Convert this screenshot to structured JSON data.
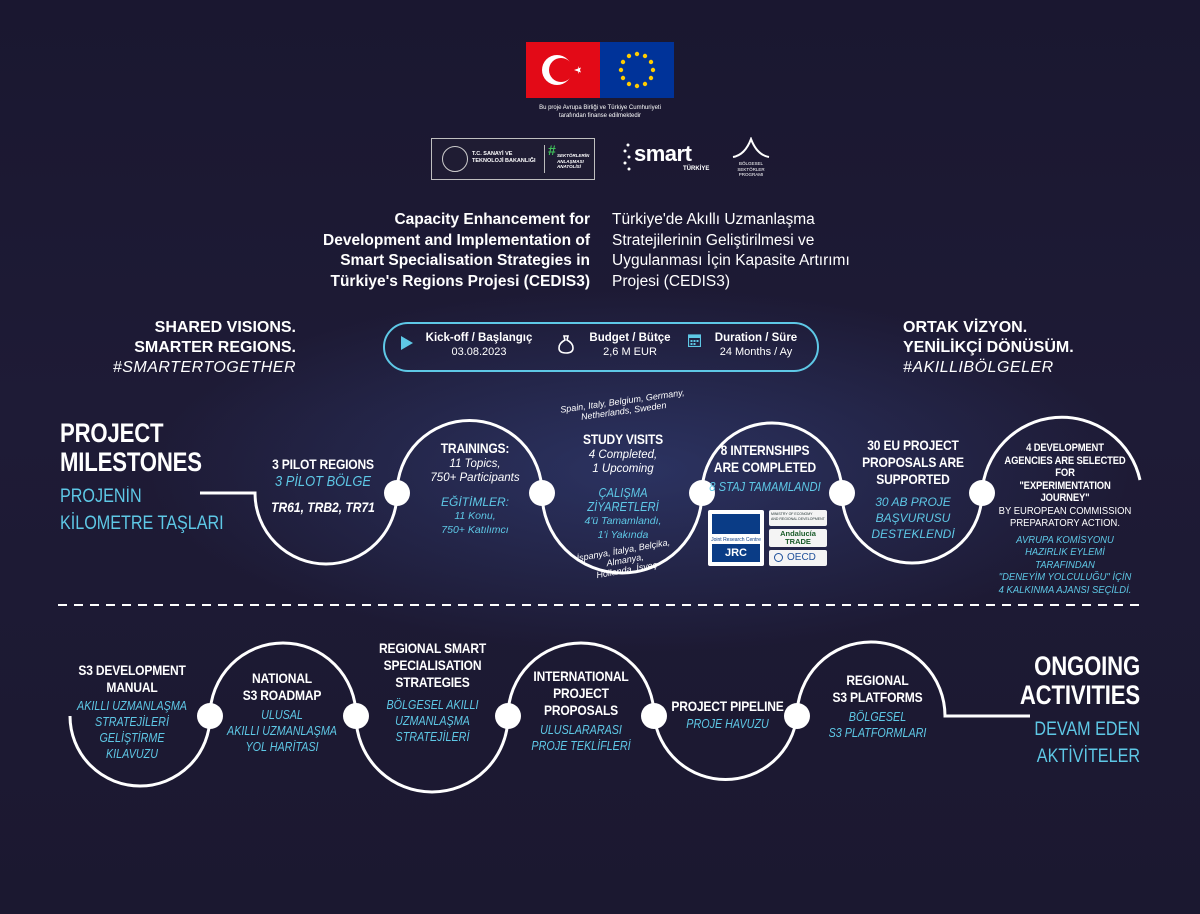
{
  "funding_note": [
    "Bu proje Avrupa Birliği ve Türkiye Cumhuriyeti",
    "tarafından finanse edilmektedir"
  ],
  "logos": {
    "ministry": [
      "T.C. SANAYİ VE",
      "TEKNOLOJİ BAKANLIĞI"
    ],
    "hashtag_badge": [
      "SEKTÖRLERİN",
      "ANLAŞMASI",
      "ANATOLİSİ"
    ],
    "smart": "smart",
    "smart_sub": "TÜRKİYE",
    "bolge_logo": [
      "BÖLGESEL",
      "SEKTÖRLER",
      "PROGRAMI"
    ]
  },
  "title_en": [
    "Capacity Enhancement for",
    "Development and Implementation of",
    "Smart Specialisation Strategies in",
    "Türkiye's Regions Projesi (CEDIS3)"
  ],
  "title_tr": [
    "Türkiye'de Akıllı Uzmanlaşma",
    "Stratejilerinin Geliştirilmesi ve",
    "Uygulanması İçin Kapasite Artırımı",
    "Projesi (CEDIS3)"
  ],
  "slogan_en": [
    "SHARED VISIONS.",
    "SMARTER REGIONS.",
    "#SMARTERTOGETHER"
  ],
  "slogan_tr": [
    "ORTAK VİZYON.",
    "YENİLİKÇİ DÖNÜSÜM.",
    "#AKILLIBÖLGELER"
  ],
  "info": {
    "kickoff_label": "Kick-off / Başlangıç",
    "kickoff_value": "03.08.2023",
    "budget_label": "Budget / Bütçe",
    "budget_value": "2,6 M EUR",
    "duration_label": "Duration / Süre",
    "duration_value": "24 Months / Ay"
  },
  "milestones_title": [
    "PROJECT",
    "MILESTONES"
  ],
  "milestones_title_tr": [
    "PROJENİN",
    "KİLOMETRE TAŞLARI"
  ],
  "milestones": {
    "pilot": {
      "en": "3 PILOT REGIONS",
      "tr": "3 PİLOT BÖLGE",
      "codes": "TR61, TRB2, TR71"
    },
    "trainings": {
      "en": "TRAININGS:",
      "en_sub": [
        "11 Topics,",
        "750+ Participants"
      ],
      "tr": "EĞİTİMLER:",
      "tr_sub": [
        "11 Konu,",
        "750+ Katılımcı"
      ]
    },
    "visits": {
      "countries_en": [
        "Spain, Italy, Belgium, Germany,",
        "Netherlands, Sweden"
      ],
      "en": "STUDY VISITS",
      "en_sub": [
        "4 Completed,",
        "1 Upcoming"
      ],
      "tr": "ÇALIŞMA ZİYARETLERİ",
      "tr_sub": [
        "4'ü Tamamlandı,",
        "1'i Yakında"
      ],
      "countries_tr": [
        "İspanya, İtalya, Belçika, Almanya,",
        "Hollanda, İsveç"
      ]
    },
    "internships": {
      "en": [
        "8 INTERNSHIPS",
        "ARE COMPLETED"
      ],
      "tr": "8 STAJ TAMAMLANDI",
      "partner_jrc": "JRC",
      "partner_jrc_sub": "Joint Research Centre",
      "partner_ministry": [
        "MINISTRY OF ECONOMY",
        "AND REGIONAL DEVELOPMENT"
      ],
      "partner_andalucia": [
        "Andalucía",
        "TRADE"
      ],
      "partner_oecd": "OECD"
    },
    "proposals": {
      "en": [
        "30 EU PROJECT",
        "PROPOSALS ARE",
        "SUPPORTED"
      ],
      "tr": [
        "30 AB PROJE",
        "BAŞVURUSU",
        "DESTEKLENDİ"
      ]
    },
    "agencies": {
      "en": [
        "4 DEVELOPMENT",
        "AGENCIES ARE SELECTED FOR",
        "\"EXPERIMENTATION JOURNEY\""
      ],
      "en_sub": [
        "BY EUROPEAN COMMISSION",
        "PREPARATORY ACTION."
      ],
      "tr": [
        "AVRUPA KOMİSYONU",
        "HAZIRLIK EYLEMİ TARAFINDAN",
        "\"DENEYİM YOLCULUĞU\" İÇİN",
        "4 KALKINMA AJANSI SEÇİLDİ."
      ]
    }
  },
  "ongoing_title": [
    "ONGOING",
    "ACTIVITIES"
  ],
  "ongoing_title_tr": [
    "DEVAM EDEN",
    "AKTİVİTELER"
  ],
  "ongoing": {
    "manual": {
      "en": [
        "S3 DEVELOPMENT",
        "MANUAL"
      ],
      "tr": [
        "AKILLI UZMANLAŞMA",
        "STRATEJİLERİ",
        "GELİŞTİRME",
        "KILAVUZU"
      ]
    },
    "roadmap": {
      "en": [
        "NATIONAL",
        "S3 ROADMAP"
      ],
      "tr": [
        "ULUSAL",
        "AKILLI UZMANLAŞMA",
        "YOL HARİTASI"
      ]
    },
    "strategies": {
      "en": [
        "REGIONAL SMART",
        "SPECIALISATION",
        "STRATEGIES"
      ],
      "tr": [
        "BÖLGESEL AKILLI",
        "UZMANLAŞMA",
        "STRATEJİLERİ"
      ]
    },
    "intl": {
      "en": [
        "INTERNATIONAL",
        "PROJECT",
        "PROPOSALS"
      ],
      "tr": [
        "ULUSLARARASI",
        "PROJE TEKLİFLERİ"
      ]
    },
    "pipeline": {
      "en": "PROJECT PIPELINE",
      "tr": "PROJE HAVUZU"
    },
    "platforms": {
      "en": [
        "REGIONAL",
        "S3 PLATFORMS"
      ],
      "tr": [
        "BÖLGESEL",
        "S3 PLATFORMLARI"
      ]
    }
  },
  "colors": {
    "background": "#1c1930",
    "accent": "#5ec8e6",
    "flag_red": "#e30a17",
    "eu_blue": "#003399",
    "eu_star": "#ffcc00"
  }
}
